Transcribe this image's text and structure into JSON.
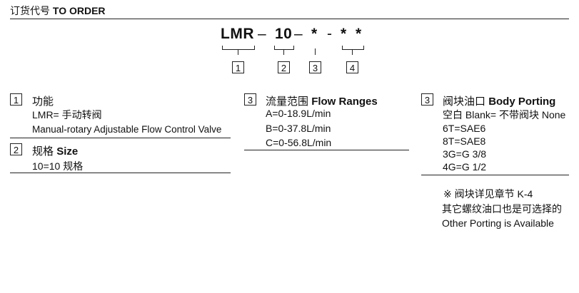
{
  "header": {
    "title_cn": "订货代号",
    "title_en": "TO ORDER"
  },
  "model_code": {
    "prefix": "LMR",
    "dash": "–",
    "size": "10",
    "star": "*",
    "dash_plain": "-",
    "markers": [
      "1",
      "2",
      "3",
      "4"
    ]
  },
  "sections": {
    "function": {
      "num": "1",
      "title_cn": "功能",
      "lines": [
        "LMR= 手动转阀",
        "Manual-rotary Adjustable Flow Control Valve"
      ]
    },
    "size": {
      "num": "2",
      "title_cn": "规格",
      "title_en": "Size",
      "lines": [
        "10=10 规格"
      ]
    },
    "flow": {
      "num": "3",
      "title_cn": "流量范围",
      "title_en": "Flow Ranges",
      "lines": [
        "A=0-18.9L/min",
        "B=0-37.8L/min",
        "C=0-56.8L/min"
      ]
    },
    "porting": {
      "num": "3",
      "title_cn": "阀块油口",
      "title_en": "Body Porting",
      "lines": [
        "空白 Blank= 不带阀块 None",
        "6T=SAE6",
        "8T=SAE8",
        "3G=G 3/8",
        "4G=G 1/2"
      ]
    }
  },
  "notes": [
    "※ 阀块详见章节 K-4",
    "其它螺纹油口也是可选择的",
    "Other Porting is Available"
  ]
}
